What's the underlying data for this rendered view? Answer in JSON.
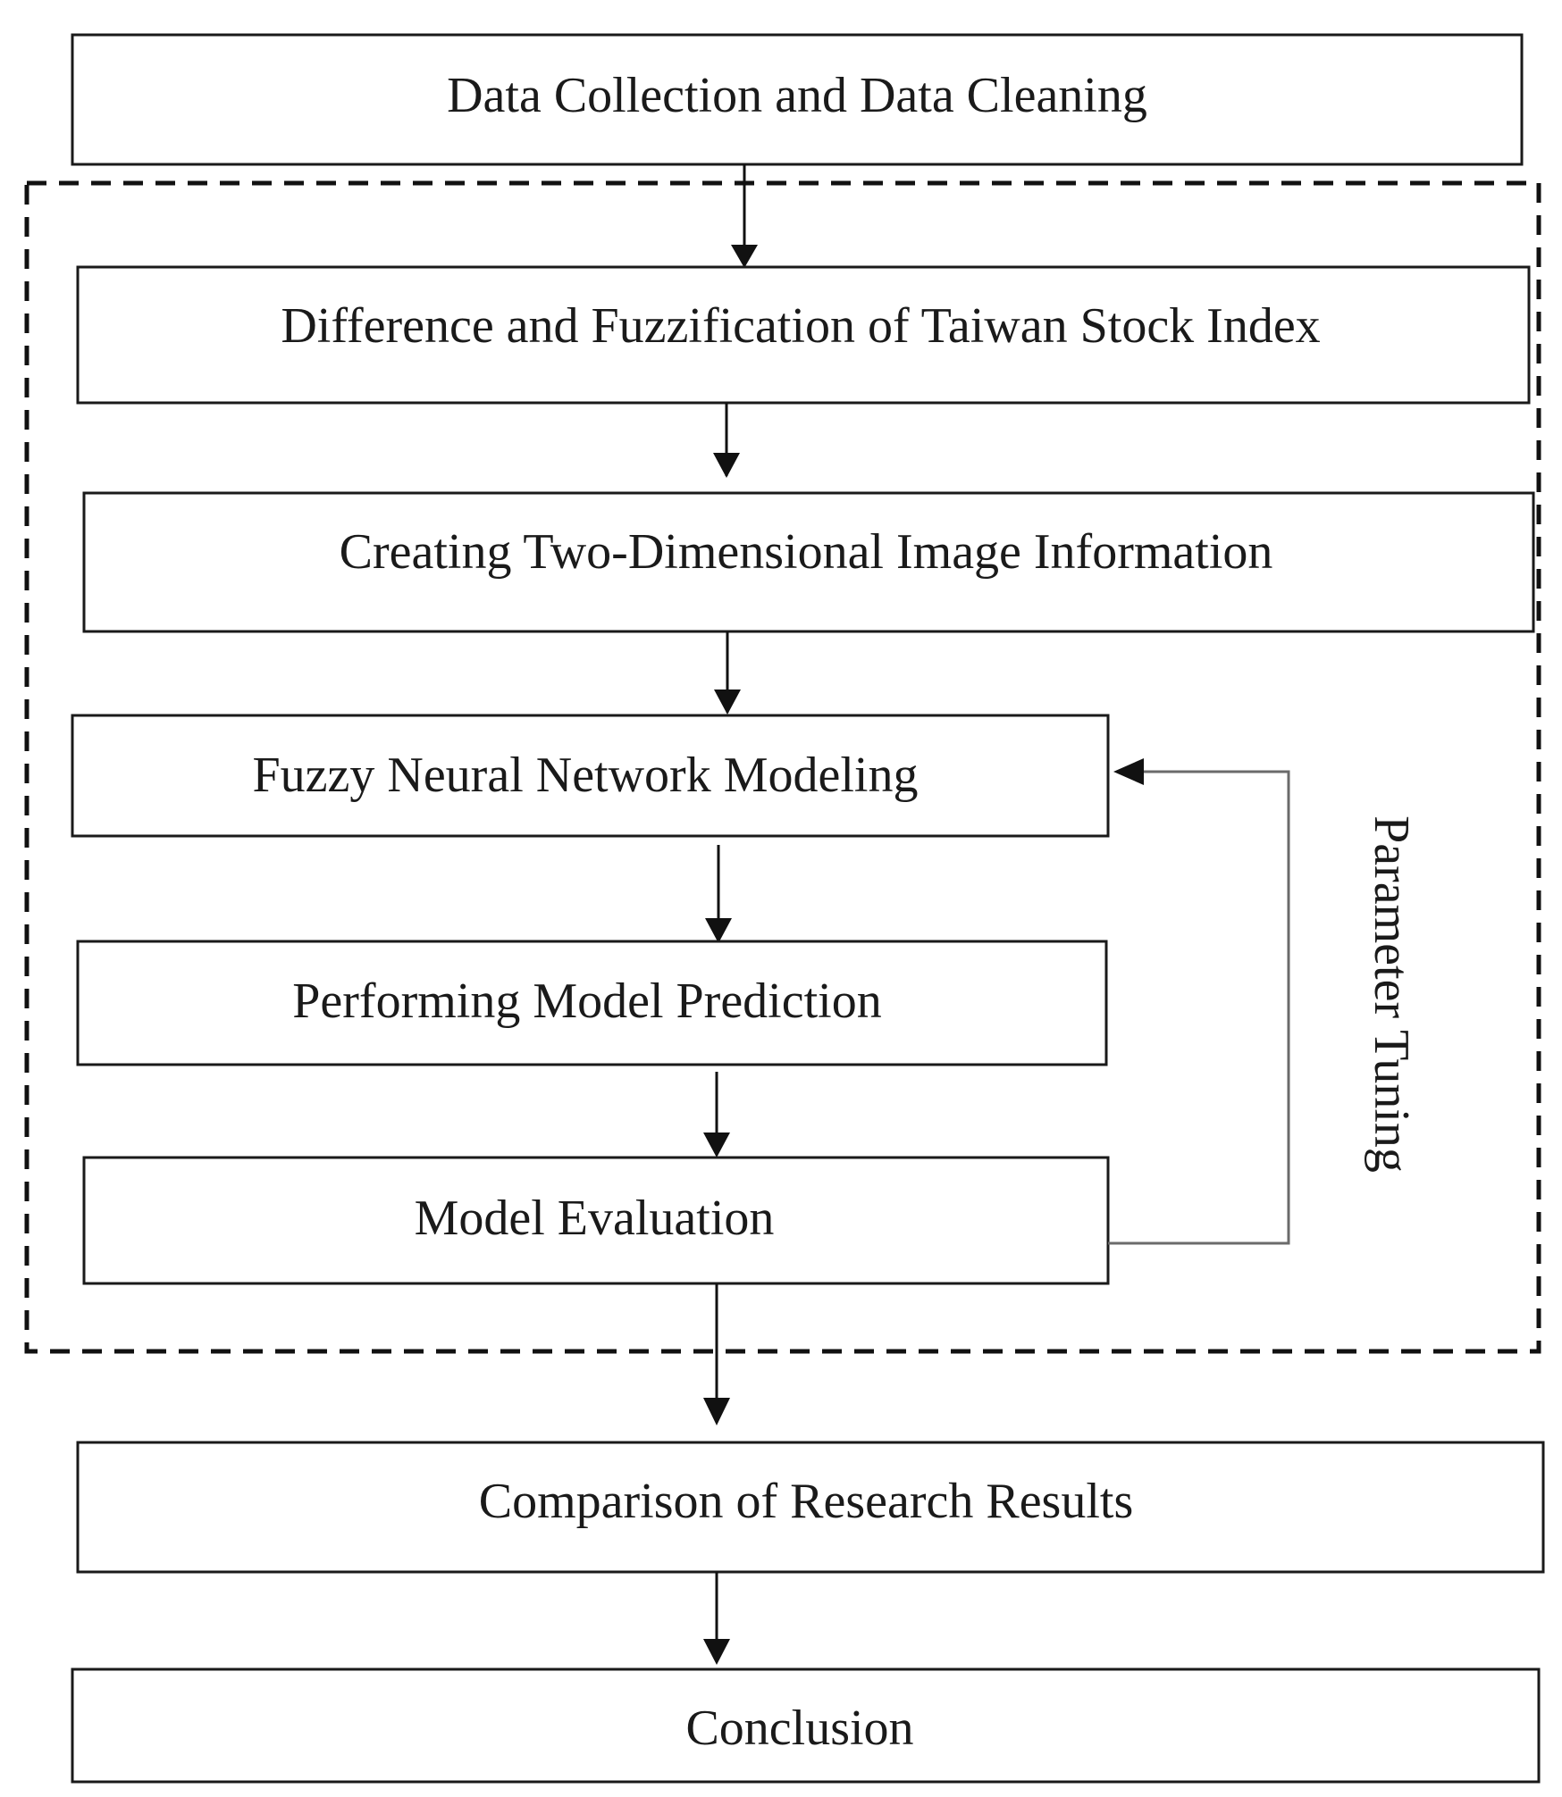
{
  "steps": {
    "data_collection": "Data Collection and Data Cleaning",
    "difference_fuzzification": "Difference and Fuzzification of Taiwan Stock Index",
    "creating_image_info": "Creating Two-Dimensional Image Information",
    "fnn_modeling": "Fuzzy Neural Network Modeling",
    "model_prediction": "Performing Model Prediction",
    "model_evaluation": "Model Evaluation",
    "comparison": "Comparison of Research Results",
    "conclusion": "Conclusion"
  },
  "loop_label": "Parameter Tuning"
}
